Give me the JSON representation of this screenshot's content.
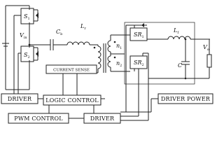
{
  "blocks": {
    "driver_left": "DRIVER",
    "logic_control": "LOGIC CONTROL",
    "pwm_control": "PWM CONTROL",
    "driver_bottom": "DRIVER",
    "driver_power": "DRIVER POWER",
    "current_sense": "CURRENT SENSE"
  },
  "components": {
    "s1": {
      "main": "S",
      "sub": "1"
    },
    "s2": {
      "main": "S",
      "sub": "2"
    },
    "vin": {
      "main": "V",
      "sub": "in"
    },
    "cb": {
      "main": "C",
      "sub": "b"
    },
    "lr": {
      "main": "L",
      "sub": "r"
    },
    "n1": {
      "main": "n",
      "sub": "1"
    },
    "n2": {
      "main": "n",
      "sub": "2"
    },
    "sr1": {
      "main": "SR",
      "sub": "1"
    },
    "sr2": {
      "main": "SR",
      "sub": "2"
    },
    "lf": {
      "main": "L",
      "sub": "f"
    },
    "c": {
      "main": "C",
      "sub": ""
    },
    "vo": {
      "main": "V",
      "sub": "o"
    }
  }
}
